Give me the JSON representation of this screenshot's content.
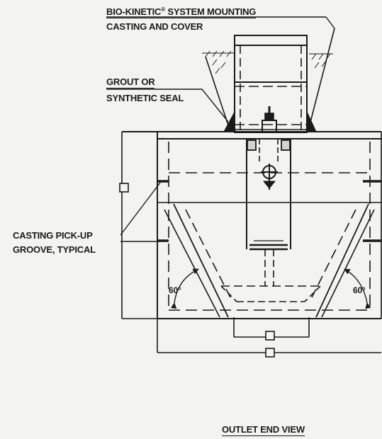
{
  "labels": {
    "mounting_line1_a": "BIO-KINETIC",
    "mounting_reg": "®",
    "mounting_line1_b": " SYSTEM MOUNTING",
    "mounting_line2": "CASTING AND COVER",
    "grout_line1": "GROUT OR",
    "grout_line2": "SYNTHETIC SEAL",
    "pickup_line1": "CASTING PICK-UP",
    "pickup_line2": "GROOVE, TYPICAL",
    "angle_left": "60°",
    "angle_right": "60°",
    "view_title": "OUTLET END VIEW"
  }
}
